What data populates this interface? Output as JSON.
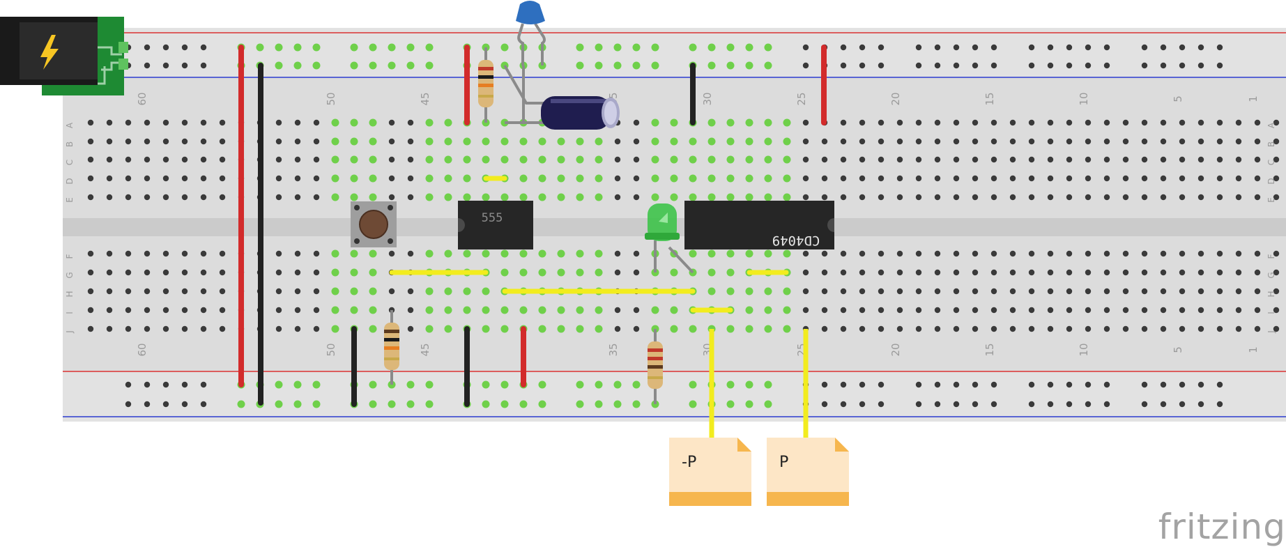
{
  "app": {
    "brand": "fritzing"
  },
  "breadboard": {
    "row_labels_top": [
      "A",
      "B",
      "C",
      "D",
      "E"
    ],
    "row_labels_bottom": [
      "F",
      "G",
      "H",
      "I",
      "J"
    ],
    "column_numbers": [
      "60",
      "50",
      "45",
      "35",
      "30",
      "25",
      "20",
      "15",
      "10",
      "5",
      "1"
    ],
    "colors": {
      "board": "#dcdcdc",
      "rail_positive": "#d93131",
      "rail_negative": "#2b3bd0",
      "hole": "#3a3a3a",
      "hole_connected": "#6fd04a"
    }
  },
  "components": {
    "timer_chip": {
      "label": "555"
    },
    "counter_chip": {
      "label": "CD4049"
    },
    "power_jack": {
      "icon": "lightning-icon"
    },
    "push_button": {
      "icon": "push-button-icon"
    },
    "led": {
      "color": "#3ec34a"
    }
  },
  "probes": [
    {
      "label": "-P"
    },
    {
      "label": "P"
    }
  ]
}
